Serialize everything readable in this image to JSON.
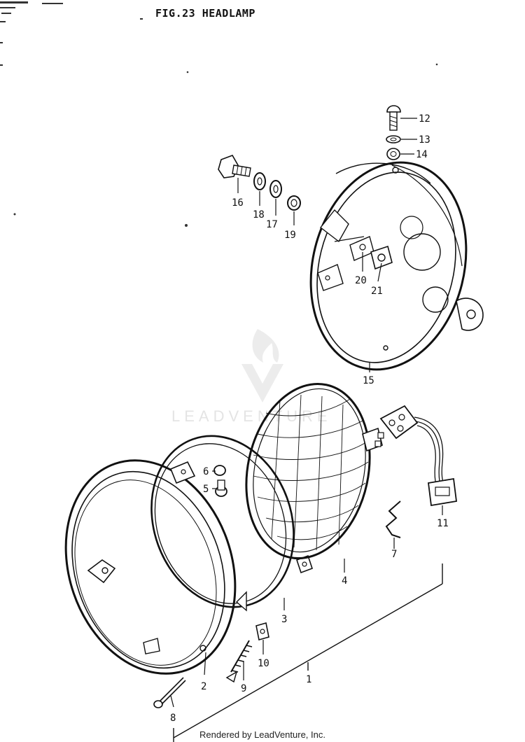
{
  "title": "FIG.23 HEADLAMP",
  "footer": "Rendered by LeadVenture, Inc.",
  "watermark": "LEADVENTURE",
  "callouts": [
    "1",
    "2",
    "3",
    "4",
    "5",
    "6",
    "7",
    "8",
    "9",
    "10",
    "11",
    "12",
    "13",
    "14",
    "15",
    "16",
    "17",
    "18",
    "19",
    "20",
    "21"
  ]
}
